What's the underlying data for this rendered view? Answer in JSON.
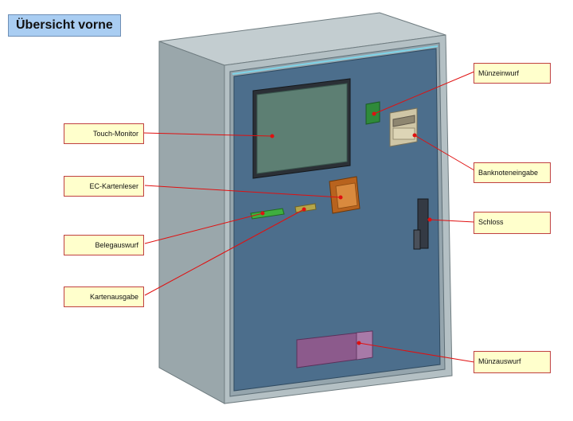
{
  "title": "Übersicht vorne",
  "labels": {
    "touch_monitor": "Touch-Monitor",
    "ec_kartenleser": "EC-Kartenleser",
    "belegauswurf": "Belegauswurf",
    "kartenausgabe": "Kartenausgabe",
    "muenzeinwurf": "Münzeinwurf",
    "banknoteneingabe": "Banknoteneingabe",
    "schloss": "Schloss",
    "muenzauswurf": "Münzauswurf"
  },
  "colors": {
    "label_fill": "#ffffcc",
    "leader_line": "#e01010",
    "title_fill": "#a9cdf2",
    "cabinet_body": "#9aa7ab",
    "door_panel": "#4c6e8c",
    "card_reader": "#b8631e",
    "coin_slot": "#2f8a3a",
    "coin_return": "#8c5a8c",
    "banknote_unit": "#cfc6a6"
  }
}
